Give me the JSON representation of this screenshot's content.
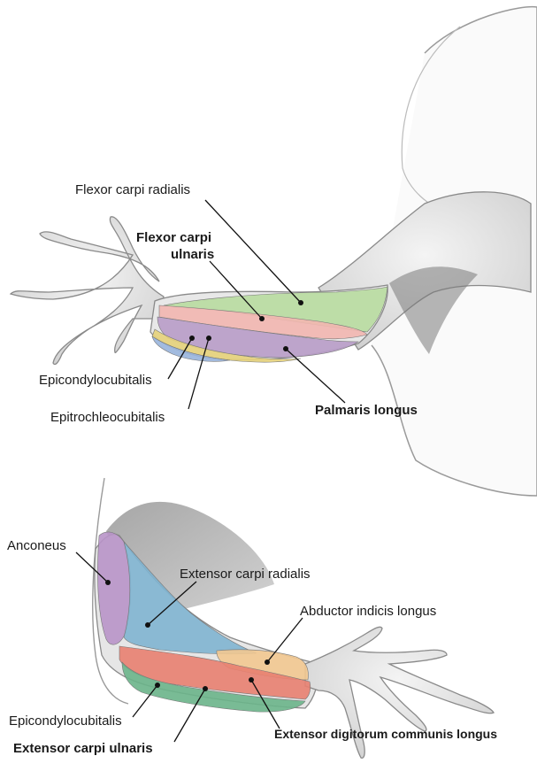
{
  "upper_view": {
    "labels": {
      "flexor_carpi_radialis": "Flexor carpi radialis",
      "flexor_carpi_ulnaris_line1": "Flexor carpi",
      "flexor_carpi_ulnaris_line2": "ulnaris",
      "epicondylocubitalis": "Epicondylocubitalis",
      "epitrochleocubitalis": "Epitrochleocubitalis",
      "palmaris_longus": "Palmaris longus"
    },
    "muscle_colors": {
      "flexor_carpi_radialis": "#b8dca0",
      "flexor_carpi_ulnaris": "#f2b6b0",
      "palmaris_longus": "#b89cc8",
      "epicondylocubitalis": "#e6d27a",
      "epitrochleocubitalis": "#98b4dc"
    }
  },
  "lower_view": {
    "labels": {
      "anconeus": "Anconeus",
      "extensor_carpi_radialis": "Extensor carpi radialis",
      "abductor_indicis_longus": "Abductor indicis longus",
      "epicondylocubitalis": "Epicondylocubitalis",
      "extensor_carpi_ulnaris": "Extensor carpi ulnaris",
      "extensor_digitorum_communis_longus": "Extensor digitorum communis longus"
    },
    "muscle_colors": {
      "anconeus": "#b894c8",
      "extensor_carpi_radialis": "#80b4d0",
      "abductor_indicis_longus": "#f2c890",
      "extensor_digitorum_communis_longus": "#e88070",
      "extensor_carpi_ulnaris": "#6ab48a"
    }
  }
}
